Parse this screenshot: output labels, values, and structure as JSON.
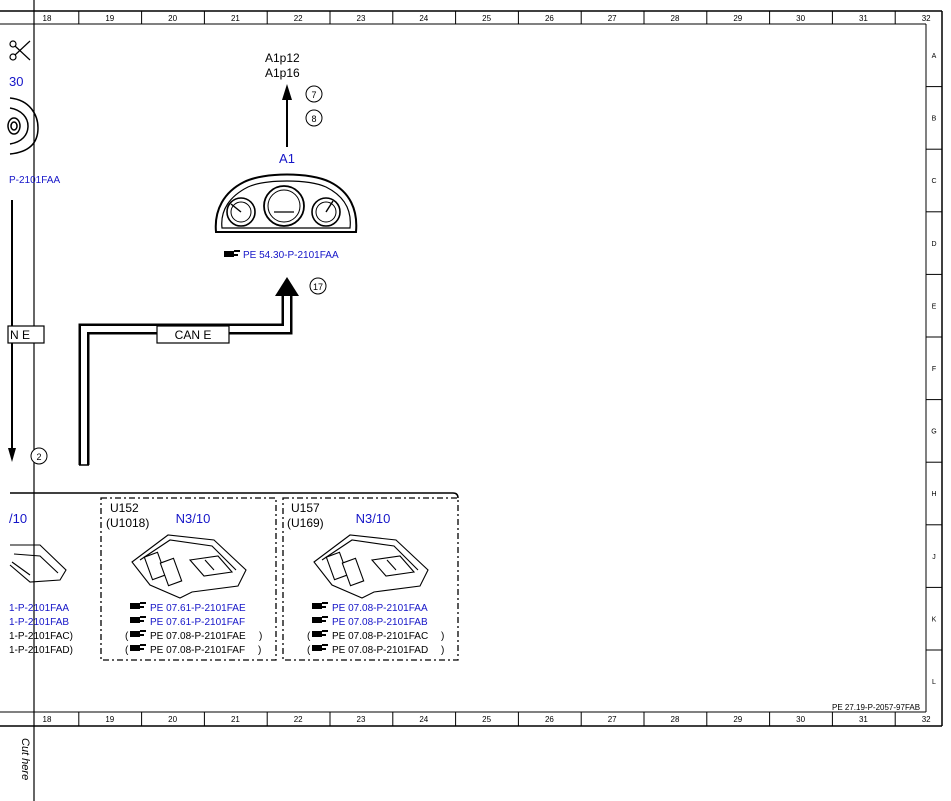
{
  "ruler": {
    "columns": [
      "18",
      "19",
      "20",
      "21",
      "22",
      "23",
      "24",
      "25",
      "26",
      "27",
      "28",
      "29",
      "30",
      "31",
      "32"
    ],
    "rows": [
      "A",
      "B",
      "C",
      "D",
      "E",
      "F",
      "G",
      "H",
      "J",
      "K",
      "L"
    ]
  },
  "partial_left": {
    "top_label": "30",
    "ref": "P-2101FAA",
    "can_label": "N E",
    "callout": "2",
    "module_name": "/10",
    "refs": [
      "1-P-2101FAA",
      "1-P-2101FAB",
      "1-P-2101FAC)",
      "1-P-2101FAD)"
    ]
  },
  "a1": {
    "label": "A1",
    "outputs": [
      "A1p12",
      "A1p16"
    ],
    "callouts_out": [
      "7",
      "8"
    ],
    "ref": "PE 54.30-P-2101FAA",
    "callout_in": "17"
  },
  "bus": {
    "label": "CAN E"
  },
  "modules": [
    {
      "code": "U152",
      "code2": "(U1018)",
      "name": "N3/10",
      "refs": [
        "PE 07.61-P-2101FAE",
        "PE 07.61-P-2101FAF",
        "PE 07.08-P-2101FAE",
        "PE 07.08-P-2101FAF"
      ]
    },
    {
      "code": "U157",
      "code2": "(U169)",
      "name": "N3/10",
      "refs": [
        "PE 07.08-P-2101FAA",
        "PE 07.08-P-2101FAB",
        "PE 07.08-P-2101FAC",
        "PE 07.08-P-2101FAD"
      ]
    }
  ],
  "drawing_number": "PE 27.19-P-2057-97FAB",
  "cut_text": "Cut here",
  "colors": {
    "link_blue": "#1515c8",
    "line": "#000000"
  }
}
